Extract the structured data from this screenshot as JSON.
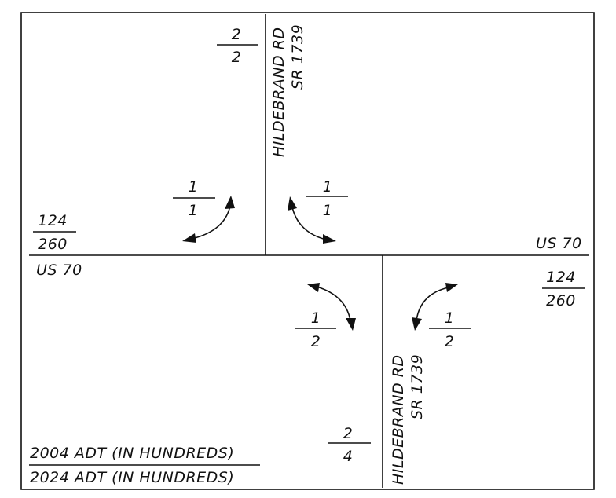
{
  "roads": {
    "major": "US 70",
    "minor_name": "HILDEBRAND RD",
    "minor_route": "SR 1739"
  },
  "volumes": {
    "north_leg": {
      "top": "2",
      "bottom": "2"
    },
    "west_leg": {
      "top": "124",
      "bottom": "260"
    },
    "east_leg": {
      "top": "124",
      "bottom": "260"
    },
    "south_leg": {
      "top": "2",
      "bottom": "4"
    },
    "nw_turn": {
      "top": "1",
      "bottom": "1"
    },
    "ne_turn": {
      "top": "1",
      "bottom": "1"
    },
    "sw_turn": {
      "top": "1",
      "bottom": "2"
    },
    "se_turn": {
      "top": "1",
      "bottom": "2"
    }
  },
  "legend": {
    "line1": "2004 ADT (IN HUNDREDS)",
    "line2": "2024 ADT (IN HUNDREDS)"
  }
}
